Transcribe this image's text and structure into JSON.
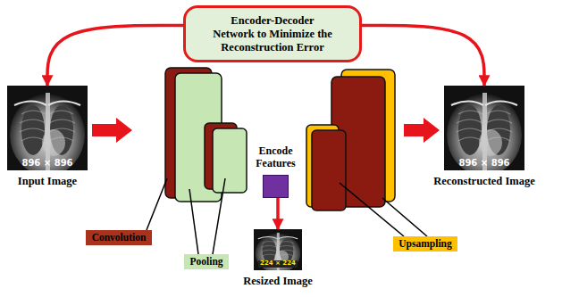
{
  "diagram": {
    "nodes": [
      {
        "text": [
          "Encoder-Decoder Network to Minimize the Reconstruction Error"
        ]
      },
      {
        "text": [
          "896 × 896",
          "Input Image"
        ]
      },
      {
        "text": [
          "Encode Features"
        ]
      },
      {
        "text": [
          "224 × 224",
          "Resized Image"
        ]
      },
      {
        "text": [
          "896 × 896",
          "Reconstructed Image"
        ]
      },
      {
        "text": [
          "Convolution"
        ]
      },
      {
        "text": [
          "Pooling"
        ]
      },
      {
        "text": [
          "Upsampling"
        ]
      }
    ],
    "edges": [
      {
        "from": 0,
        "to": 1,
        "arrow": "to"
      },
      {
        "from": 0,
        "to": 4,
        "arrow": "to"
      },
      {
        "from": 2,
        "to": 3,
        "arrow": "to"
      }
    ]
  }
}
